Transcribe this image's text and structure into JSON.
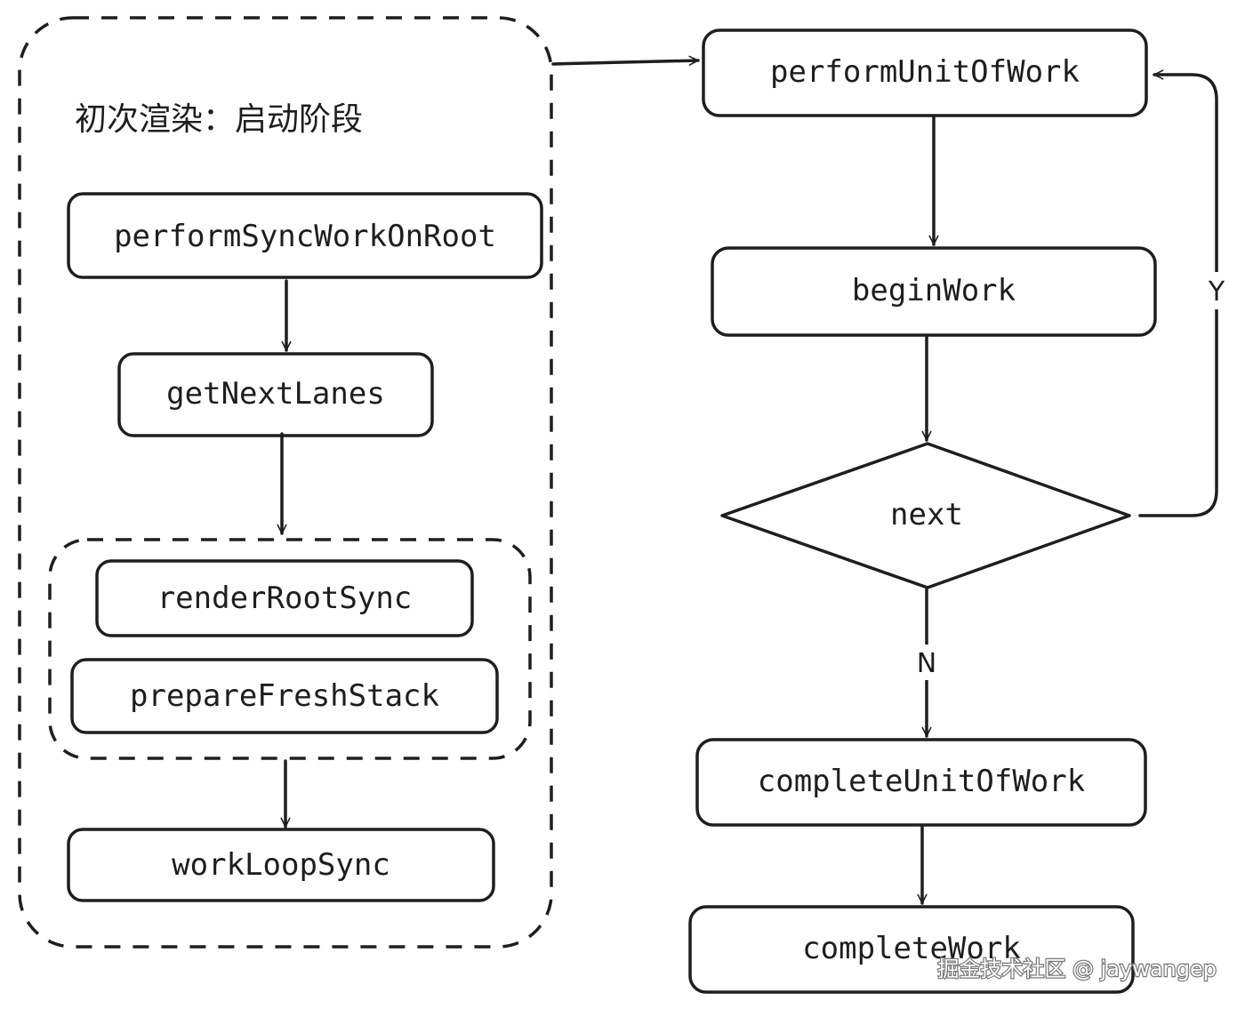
{
  "group": {
    "title": "初次渲染：启动阶段"
  },
  "left_nodes": {
    "perform_sync": "performSyncWorkOnRoot",
    "get_next_lanes": "getNextLanes",
    "render_root_sync": "renderRootSync",
    "prepare_fresh_stack": "prepareFreshStack",
    "work_loop_sync": "workLoopSync"
  },
  "right_nodes": {
    "perform_unit": "performUnitOfWork",
    "begin_work": "beginWork",
    "next_decision": "next",
    "complete_unit": "completeUnitOfWork",
    "complete_work": "completeWork"
  },
  "edge_labels": {
    "yes": "Y",
    "no": "N"
  },
  "watermark": "掘金技术社区 @ jaywangep"
}
